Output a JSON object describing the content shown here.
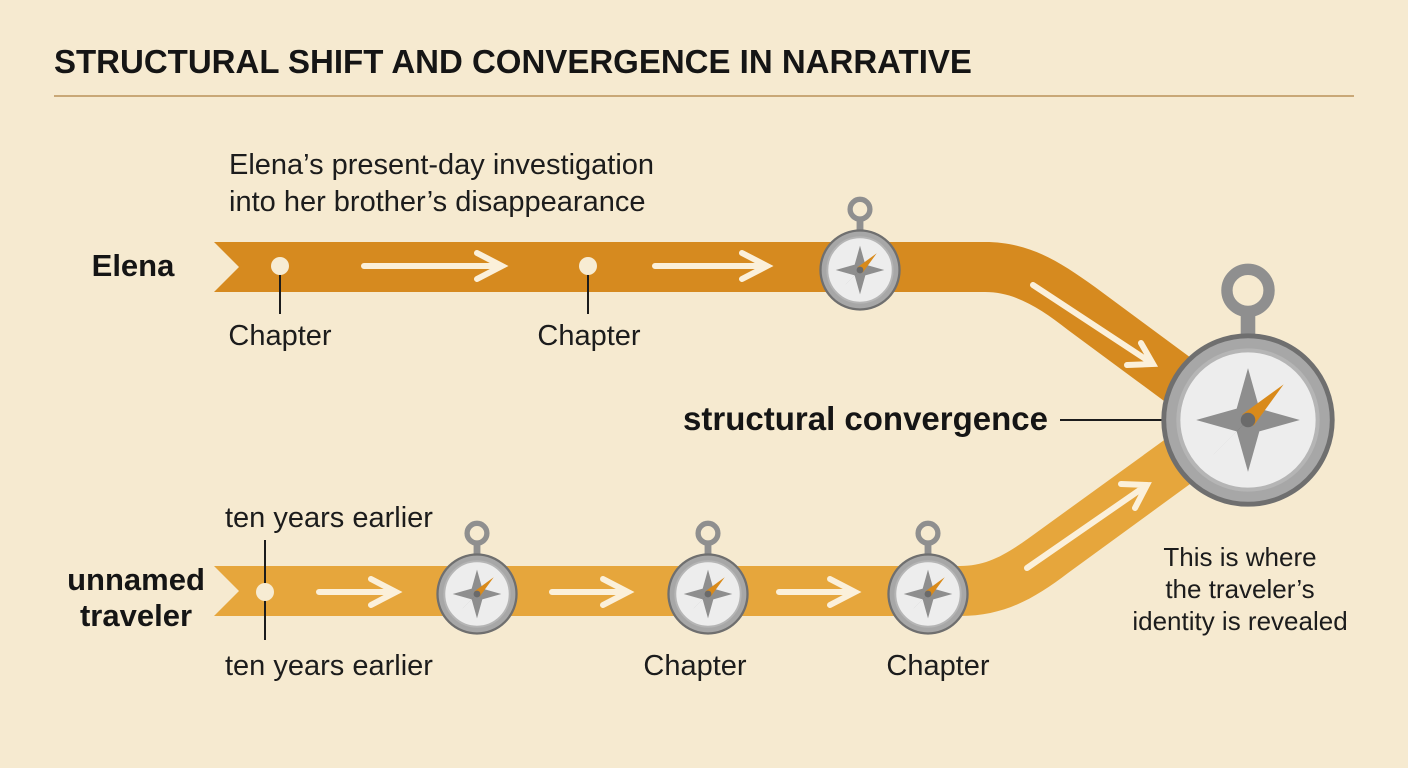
{
  "title": "STRUCTURAL SHIFT AND CONVERGENCE  IN NARRATIVE",
  "colors": {
    "background": "#f6ead0",
    "rule": "#c9a877",
    "band_top": "#d68a1f",
    "band_bottom": "#e6a63c",
    "arrow": "#fbf0da",
    "marker": "#f7ecd3",
    "compass_ring": "#9b9b9b",
    "compass_face": "#ededed",
    "needle_accent": "#d98a1a"
  },
  "lanes": {
    "elena": {
      "label": "Elena",
      "description_lines": [
        "Elena’s present-day investigation",
        "into her brother’s disappearance"
      ],
      "markers": [
        "Chapter",
        "Chapter"
      ]
    },
    "traveler": {
      "label_lines": [
        "unnamed",
        "traveler"
      ],
      "above_caption": "ten years earlier",
      "below_caption": "ten years earlier",
      "markers": [
        "Chapter",
        "Chapter"
      ]
    }
  },
  "convergence": {
    "label": "structural convergence",
    "note_lines": [
      "This is where",
      "the traveler’s",
      "identity is revealed"
    ]
  },
  "icons": {
    "compass": "compass-icon",
    "arrow": "arrow-right-icon",
    "marker": "timeline-dot"
  }
}
